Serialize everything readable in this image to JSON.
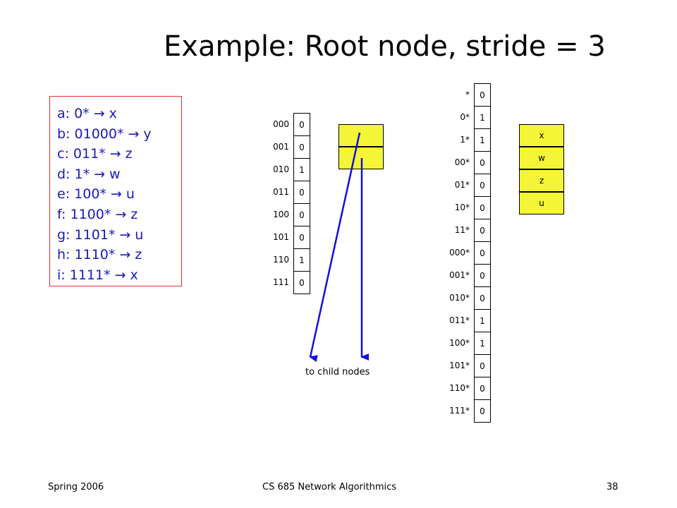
{
  "title": "Example: Root node, stride = 3",
  "rules": [
    {
      "name": "a:",
      "prefix": "0*",
      "nh": "x"
    },
    {
      "name": "b:",
      "prefix": "01000*",
      "nh": "y"
    },
    {
      "name": "c:",
      "prefix": "011*",
      "nh": "z"
    },
    {
      "name": "d:",
      "prefix": "1*",
      "nh": "w"
    },
    {
      "name": "e:",
      "prefix": "100*",
      "nh": "u"
    },
    {
      "name": "f:",
      "prefix": "1100*",
      "nh": "z"
    },
    {
      "name": "g:",
      "prefix": "1101*",
      "nh": "u"
    },
    {
      "name": "h:",
      "prefix": "1110*",
      "nh": "z"
    },
    {
      "name": "i:",
      "prefix": " 1111*",
      "nh": "x"
    }
  ],
  "arrow_glyph": "→",
  "child_bitmap": {
    "labels": [
      "000",
      "001",
      "010",
      "011",
      "100",
      "101",
      "110",
      "111"
    ],
    "bits": [
      "0",
      "0",
      "1",
      "0",
      "0",
      "0",
      "1",
      "0"
    ]
  },
  "child_caption": "to child nodes",
  "internal_bitmap": {
    "labels": [
      "*",
      "0*",
      "1*",
      "00*",
      "01*",
      "10*",
      "11*",
      "000*",
      "001*",
      "010*",
      "011*",
      "100*",
      "101*",
      "110*",
      "111*"
    ],
    "bits": [
      "0",
      "1",
      "1",
      "0",
      "0",
      "0",
      "0",
      "0",
      "0",
      "0",
      "1",
      "1",
      "0",
      "0",
      "0"
    ]
  },
  "next_hops": [
    "x",
    "w",
    "z",
    "u"
  ],
  "colors": {
    "rule_text": "#1a1ab8",
    "rule_border": "#e03030",
    "pointer_fill": "#f5f538",
    "arrow": "#1010e0"
  },
  "footer": {
    "left": "Spring 2006",
    "center": "CS 685 Network Algorithmics",
    "right": "38"
  }
}
